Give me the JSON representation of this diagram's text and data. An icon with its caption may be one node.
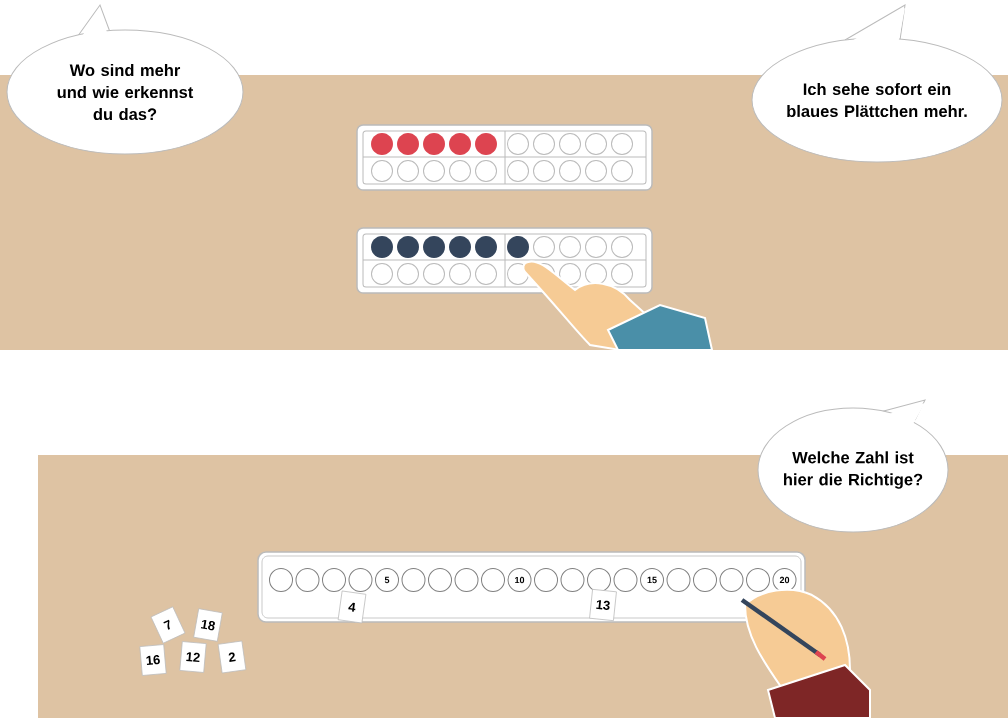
{
  "diagram": {
    "nodes": [
      {
        "text": [
          "Wo sind mehr und wie erkennst du das?"
        ]
      },
      {
        "text": [
          "Ich sehe sofort ein blaues Plättchen mehr."
        ]
      },
      {
        "text": [
          "Welche Zahl ist hier die Richtige?"
        ]
      }
    ],
    "labels": [
      "5",
      "10",
      "15",
      "20",
      "4",
      "13",
      "7",
      "18",
      "16",
      "12",
      "2"
    ]
  }
}
